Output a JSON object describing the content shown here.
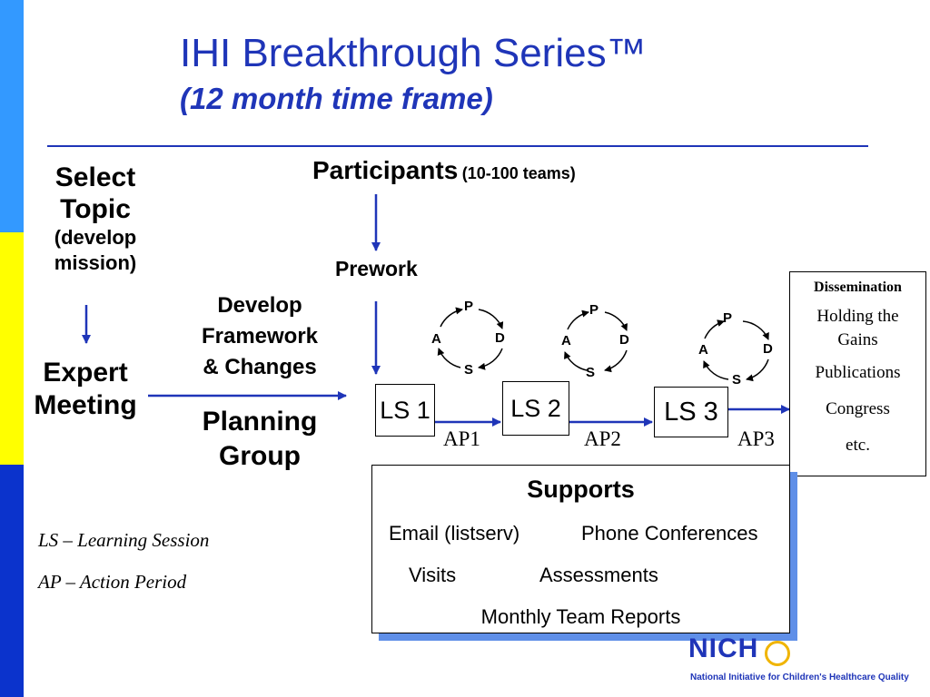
{
  "slide": {
    "title": "IHI Breakthrough Series™",
    "subtitle": "(12 month time frame)",
    "colors": {
      "title_blue": "#1f35b8",
      "band_blue_light": "#3399ff",
      "band_yellow": "#ffff00",
      "band_blue_dark": "#0b33cc",
      "arrow_blue": "#1f35b8",
      "shadow_blue": "#5f8fe8"
    }
  },
  "select_topic": {
    "line1": "Select",
    "line2": "Topic",
    "line3": "(develop",
    "line4": "mission)"
  },
  "expert_meeting": {
    "line1": "Expert",
    "line2": "Meeting"
  },
  "develop_framework": {
    "line1": "Develop",
    "line2": "Framework",
    "line3": "& Changes"
  },
  "planning_group": {
    "line1": "Planning",
    "line2": "Group"
  },
  "participants": {
    "label": "Participants",
    "note": "(10-100 teams)"
  },
  "prework": {
    "label": "Prework"
  },
  "learning_sessions": [
    {
      "label": "LS 1"
    },
    {
      "label": "LS 2"
    },
    {
      "label": "LS 3"
    }
  ],
  "action_periods": [
    {
      "label": "AP1"
    },
    {
      "label": "AP2"
    },
    {
      "label": "AP3"
    }
  ],
  "pdsa_cycles": [
    {
      "p": "P",
      "d": "D",
      "s": "S",
      "a": "A"
    },
    {
      "p": "P",
      "d": "D",
      "s": "S",
      "a": "A"
    },
    {
      "p": "P",
      "d": "D",
      "s": "S",
      "a": "A"
    }
  ],
  "dissemination": {
    "title": "Dissemination",
    "item1_line1": "Holding the",
    "item1_line2": "Gains",
    "item2": "Publications",
    "item3": "Congress",
    "item4": "etc."
  },
  "supports": {
    "title": "Supports",
    "email": "Email (listserv)",
    "phone": "Phone Conferences",
    "visits": "Visits",
    "assessments": "Assessments",
    "reports": "Monthly Team Reports"
  },
  "legend": {
    "ls": "LS – Learning Session",
    "ap": "AP – Action Period"
  },
  "logo": {
    "text": "NICHQ",
    "tagline": "National Initiative for Children's Healthcare Quality"
  }
}
